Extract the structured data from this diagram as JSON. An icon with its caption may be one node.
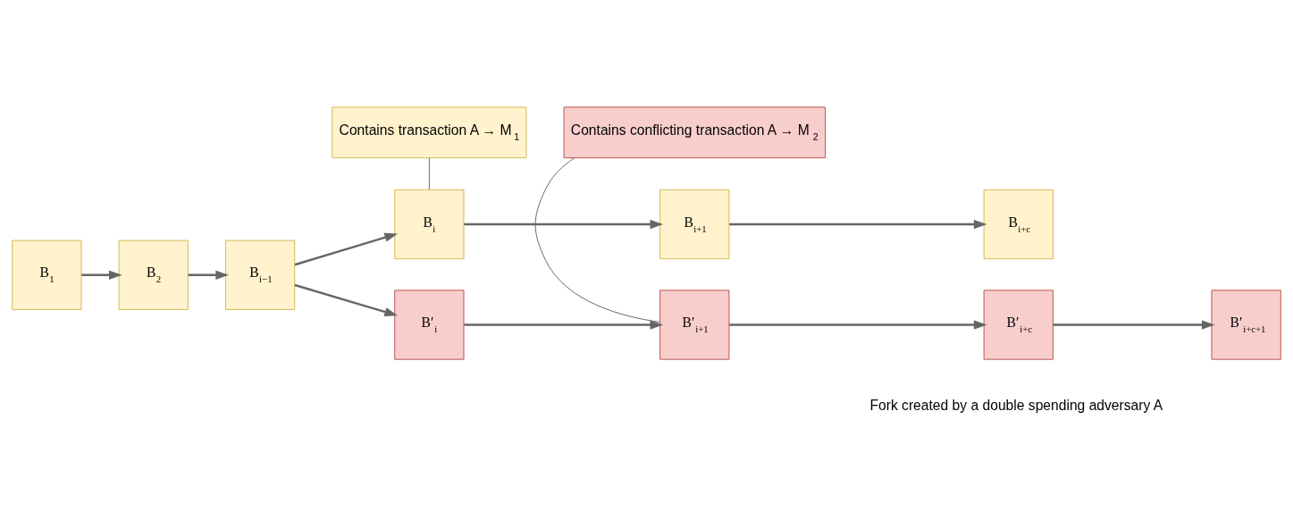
{
  "diagram": {
    "nodes": [
      {
        "text": [
          "Contains transaction A → M$_{1}$"
        ]
      },
      {
        "text": [
          "Contains conflicting transaction A → M$_{2}$"
        ]
      },
      {
        "text": [
          "B$_{1}$"
        ]
      },
      {
        "text": [
          "B$_{2}$"
        ]
      },
      {
        "text": [
          "B$_{i−1}$"
        ]
      },
      {
        "text": [
          "B$_{i}$"
        ]
      },
      {
        "text": [
          "B$_{i+1}$"
        ]
      },
      {
        "text": [
          "B$_{i+c}$"
        ]
      },
      {
        "text": [
          "B′$_{i}$"
        ]
      },
      {
        "text": [
          "B′$_{i+1}$"
        ]
      },
      {
        "text": [
          "B′$_{i+c}$"
        ]
      },
      {
        "text": [
          "B′$_{i+c+1}$"
        ]
      }
    ],
    "edges": [
      {
        "from": 2,
        "to": 3,
        "arrow": "to"
      },
      {
        "from": 3,
        "to": 4,
        "arrow": "to"
      },
      {
        "from": 4,
        "to": 5,
        "arrow": "to"
      },
      {
        "from": 5,
        "to": 6,
        "arrow": "to"
      },
      {
        "from": 6,
        "to": 7,
        "arrow": "to"
      },
      {
        "from": 4,
        "to": 8,
        "arrow": "to"
      },
      {
        "from": 8,
        "to": 9,
        "arrow": "to"
      },
      {
        "from": 9,
        "to": 10,
        "arrow": "to"
      },
      {
        "from": 10,
        "to": 11,
        "arrow": "to"
      },
      {
        "from": 0,
        "to": 5,
        "arrow": "none"
      },
      {
        "from": 1,
        "to": 9,
        "arrow": "none"
      }
    ],
    "labels": [
      "Fork created by a double spending adversary A"
    ]
  }
}
